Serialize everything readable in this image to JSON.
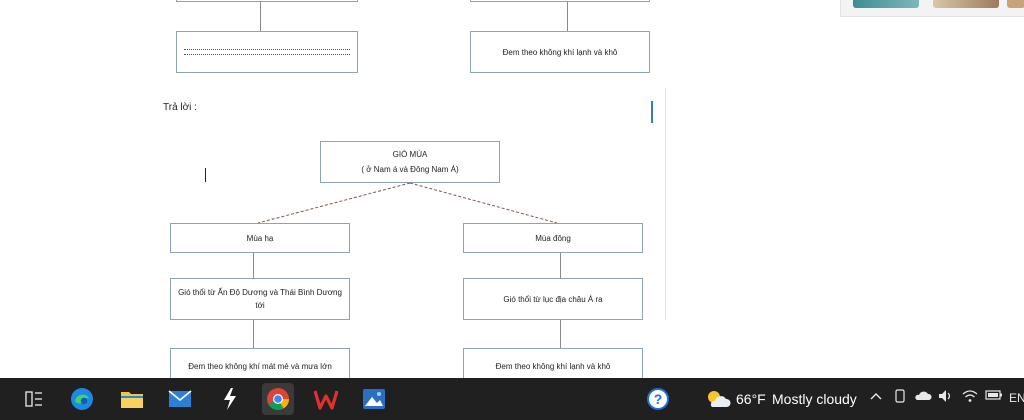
{
  "document": {
    "top_left_box_dots": "....................................................................................",
    "top_right_box_text": "Đem theo không khí lạnh và khô",
    "answer_label": "Trả lời :",
    "root": {
      "line1": "GIÓ MÙA",
      "line2": "( ở Nam á và Đông Nam Á)"
    },
    "left_branch": {
      "season": "Mùa hạ",
      "source": "Gió thổi từ Ấn Độ Dương và Thái Bình Dương tới",
      "effect": "Đem theo không khí mát mẻ và mưa lớn"
    },
    "right_branch": {
      "season": "Mùa đông",
      "source": "Gió thổi từ lục địa châu Á ra",
      "effect": "Đem theo không khí lạnh và khô"
    }
  },
  "taskbar": {
    "apps": [
      {
        "name": "task-view",
        "icon": "task-view-icon"
      },
      {
        "name": "edge",
        "icon": "edge-icon"
      },
      {
        "name": "file-explorer",
        "icon": "folder-icon"
      },
      {
        "name": "mail",
        "icon": "mail-icon"
      },
      {
        "name": "app-s",
        "icon": "lightning-icon"
      },
      {
        "name": "chrome",
        "icon": "chrome-icon"
      },
      {
        "name": "wps-office",
        "icon": "wps-icon"
      },
      {
        "name": "photos",
        "icon": "photos-icon"
      }
    ],
    "weather": {
      "temperature": "66°F",
      "condition": "Mostly cloudy",
      "icon": "partly-cloudy-icon"
    },
    "language": "EN",
    "colors": {
      "background": "#202020",
      "edge_blue": "#1e88e5",
      "folder_yellow": "#f5c242",
      "wps_red": "#e0312e"
    }
  }
}
